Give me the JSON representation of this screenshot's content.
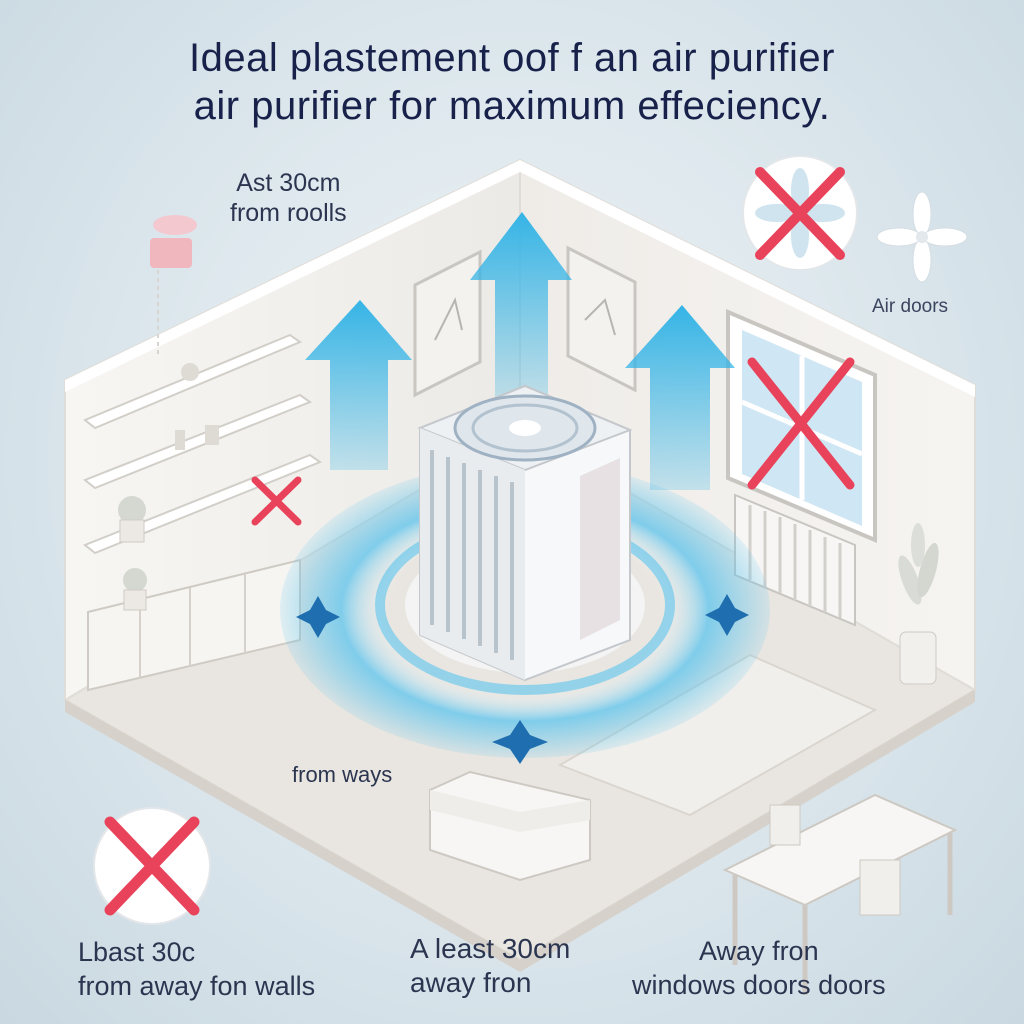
{
  "title": {
    "line1": "Ideal plastement oof f an air purifier",
    "line2": "air purifier for maximum effeciency."
  },
  "labels": {
    "top_left": {
      "line1": "Ast 30cm",
      "line2": "from roolls"
    },
    "air_doors": "Air doors",
    "from_ways": "from ways",
    "bottom_left": {
      "line1": "Lbast 30c",
      "line2": "from away fon walls"
    },
    "bottom_mid": {
      "line1": "A least 30cm",
      "line2": "away fron"
    },
    "bottom_right": {
      "line1": "Away fron",
      "line2": "windows doors   doors"
    }
  },
  "colors": {
    "arrow_blue": "#35b4e6",
    "ring_blue": "#5cc4ee",
    "cross_red": "#e8435a",
    "wall": "#f3f1ee",
    "floor": "#e9e6e1"
  },
  "icons": [
    "prohibited-fan-icon",
    "fan-icon",
    "prohibited-icon",
    "airflow-arrow-icon",
    "sparkle-icon"
  ]
}
